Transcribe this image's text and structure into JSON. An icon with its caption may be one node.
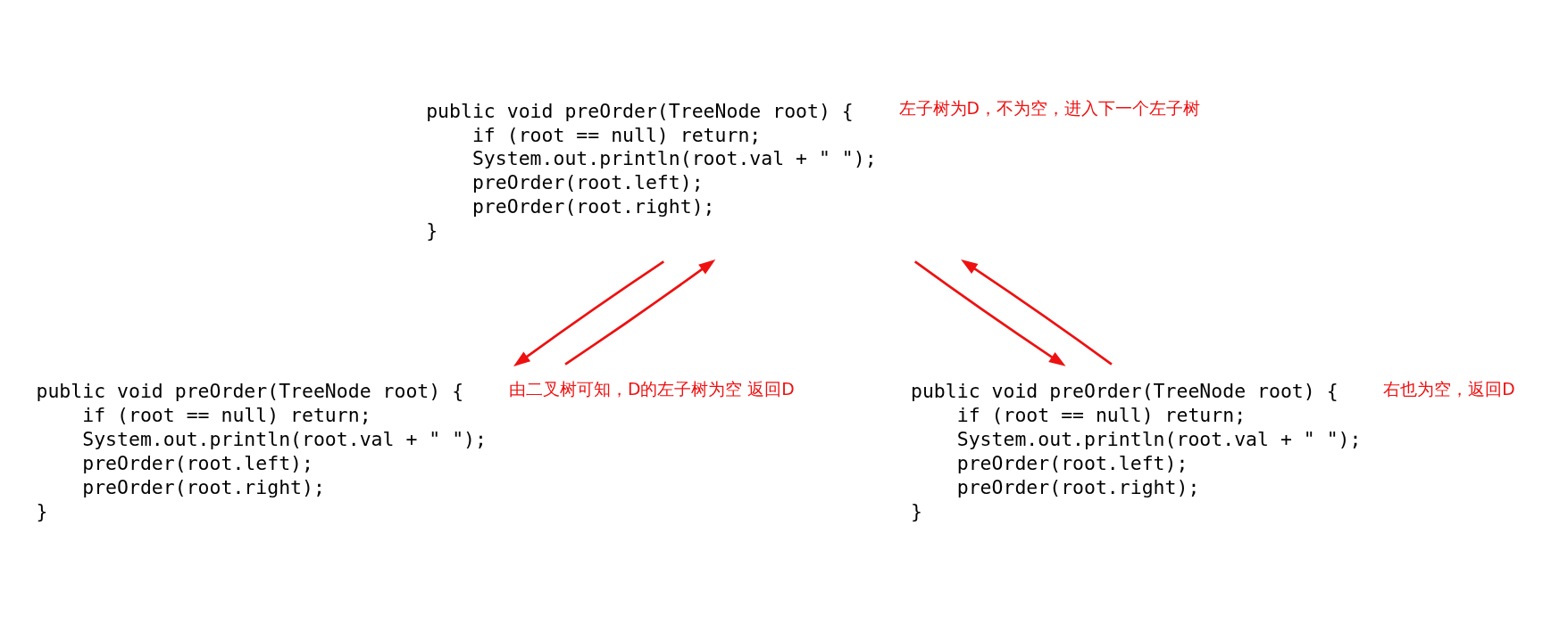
{
  "diagram": {
    "nodes": [
      {
        "text": [
          "public void preOrder(TreeNode root) {",
          "if (root == null) return;",
          "System.out.println(root.val + \" \");",
          "preOrder(root.left);",
          "preOrder(root.right);",
          "}"
        ],
        "beside": [
          "左子树为D，不为空，进入下一个左子树"
        ]
      },
      {
        "text": [
          "public void preOrder(TreeNode root) {",
          "if (root == null) return;",
          "System.out.println(root.val + \" \");",
          "preOrder(root.left);",
          "preOrder(root.right);",
          "}"
        ],
        "beside": [
          "由二叉树可知，D的左子树为空 返回D"
        ]
      },
      {
        "text": [
          "public void preOrder(TreeNode root) {",
          "if (root == null) return;",
          "System.out.println(root.val + \" \");",
          "preOrder(root.left);",
          "preOrder(root.right);",
          "}"
        ],
        "beside": [
          "右也为空，返回D"
        ]
      }
    ],
    "edges": [
      {
        "from": 0,
        "to": 2,
        "arrow": "to"
      },
      {
        "from": 2,
        "to": 0,
        "arrow": "to"
      },
      {
        "from": 0,
        "to": 1,
        "arrow": "to"
      },
      {
        "from": 1,
        "to": 0,
        "arrow": "to"
      }
    ]
  }
}
